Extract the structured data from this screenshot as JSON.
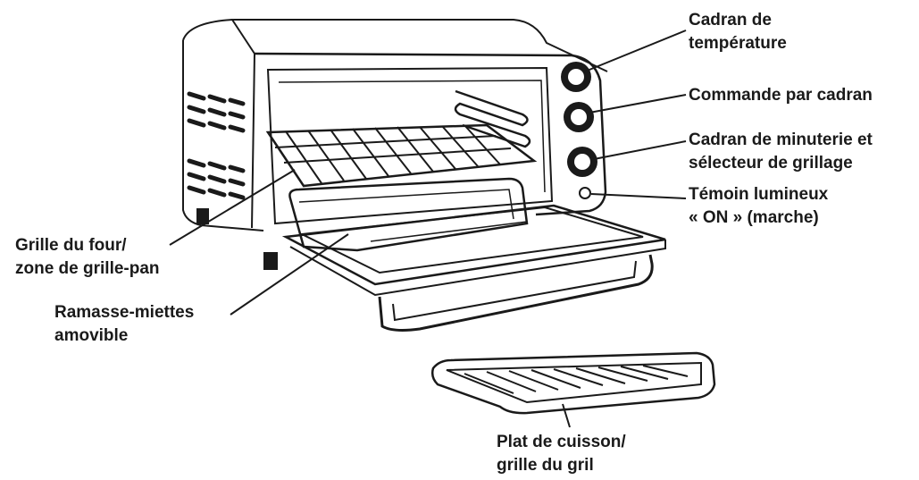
{
  "labels": {
    "temperature_dial": {
      "line1": "Cadran de",
      "line2": "température"
    },
    "control_dial": {
      "line1": "Commande par cadran"
    },
    "timer_dial": {
      "line1": "Cadran de minuterie et",
      "line2": "sélecteur de grillage"
    },
    "on_light": {
      "line1": "Témoin lumineux",
      "line2": "« ON » (marche)"
    },
    "oven_rack": {
      "line1": "Grille du four/",
      "line2": "zone de grille-pan"
    },
    "crumb_tray": {
      "line1": "Ramasse-miettes",
      "line2": "amovible"
    },
    "baking_pan": {
      "line1": "Plat de cuisson/",
      "line2": "grille du gril"
    }
  }
}
